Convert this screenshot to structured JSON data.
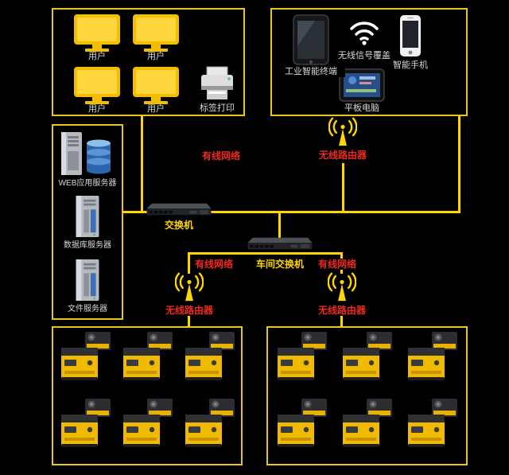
{
  "colors": {
    "background": "#000000",
    "accent_yellow": "#ffd400",
    "zone_border": "#e8c61c",
    "label_red": "#f0281e",
    "label_white": "#d9d9d9"
  },
  "office": {
    "user_label": "用户",
    "printer_label": "标签打印"
  },
  "devices": {
    "industrial_terminal": "工业智能终端",
    "wifi_coverage": "无线信号覆盖",
    "smartphone": "智能手机",
    "tablet": "平板电脑"
  },
  "servers": {
    "web": "WEB应用服务器",
    "database": "数据库服务器",
    "file": "文件服务器"
  },
  "network": {
    "core_switch": "交换机",
    "workshop_switch": "车间交换机",
    "wired_top": "有线网络",
    "wired_left": "有线网络",
    "wired_right": "有线网络",
    "router_top": "无线路由器",
    "router_left": "无线路由器",
    "router_right": "无线路由器"
  }
}
